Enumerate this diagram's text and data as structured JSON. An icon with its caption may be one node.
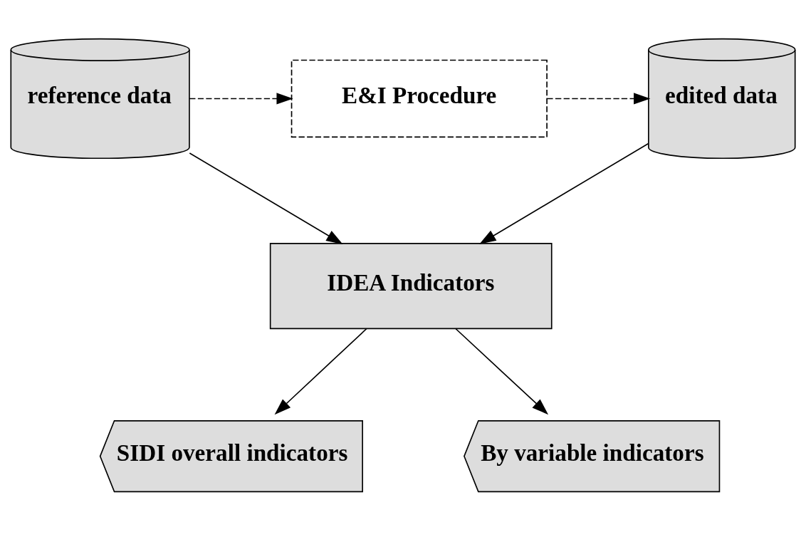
{
  "diagram": {
    "nodes": [
      {
        "text": [
          "reference data"
        ]
      },
      {
        "text": [
          "E&I Procedure"
        ]
      },
      {
        "text": [
          "edited data"
        ]
      },
      {
        "text": [
          "IDEA Indicators"
        ]
      },
      {
        "text": [
          "SIDI overall indicators"
        ]
      },
      {
        "text": [
          "By variable indicators"
        ]
      }
    ],
    "edges": [
      {
        "from": 0,
        "to": 1,
        "arrow": "to",
        "style": "dashed"
      },
      {
        "from": 1,
        "to": 2,
        "arrow": "to",
        "style": "dashed"
      },
      {
        "from": 0,
        "to": 3,
        "arrow": "to"
      },
      {
        "from": 2,
        "to": 3,
        "arrow": "to"
      },
      {
        "from": 3,
        "to": 4,
        "arrow": "to"
      },
      {
        "from": 3,
        "to": 5,
        "arrow": "to"
      }
    ]
  }
}
